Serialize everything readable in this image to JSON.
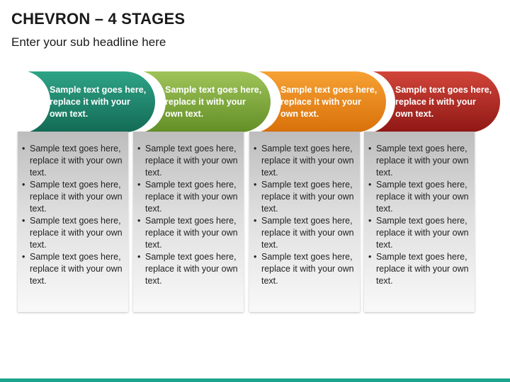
{
  "header": {
    "title": "CHEVRON – 4 STAGES",
    "subtitle": "Enter your sub headline here"
  },
  "colors": {
    "stage1": "#1c8a6e",
    "stage2": "#7fae3c",
    "stage3": "#ee8a12",
    "stage4": "#b42421",
    "accent_bar": "#1aa58e"
  },
  "stages": [
    {
      "heading": "Sample text goes here, replace it with your own text.",
      "bullets": [
        "Sample text goes here, replace it with your own text.",
        "Sample text goes here, replace it with your own text.",
        "Sample text goes here, replace it with your own text.",
        "Sample text goes here, replace it with your own text."
      ]
    },
    {
      "heading": "Sample text goes here, replace it with your own text.",
      "bullets": [
        "Sample text goes here, replace it with your own text.",
        "Sample text goes here, replace it with your own text.",
        "Sample text goes here, replace it with your own text.",
        "Sample text goes here, replace it with your own text."
      ]
    },
    {
      "heading": "Sample text goes here, replace it with your own text.",
      "bullets": [
        "Sample text goes here, replace it with your own text.",
        "Sample text goes here, replace it with your own text.",
        "Sample text goes here, replace it with your own text.",
        "Sample text goes here, replace it with your own text."
      ]
    },
    {
      "heading": "Sample text goes here, replace it with your own text.",
      "bullets": [
        "Sample text goes here, replace it with your own text.",
        "Sample text goes here, replace it with your own text.",
        "Sample text goes here, replace it with your own text.",
        "Sample text goes here, replace it with your own text."
      ]
    }
  ]
}
